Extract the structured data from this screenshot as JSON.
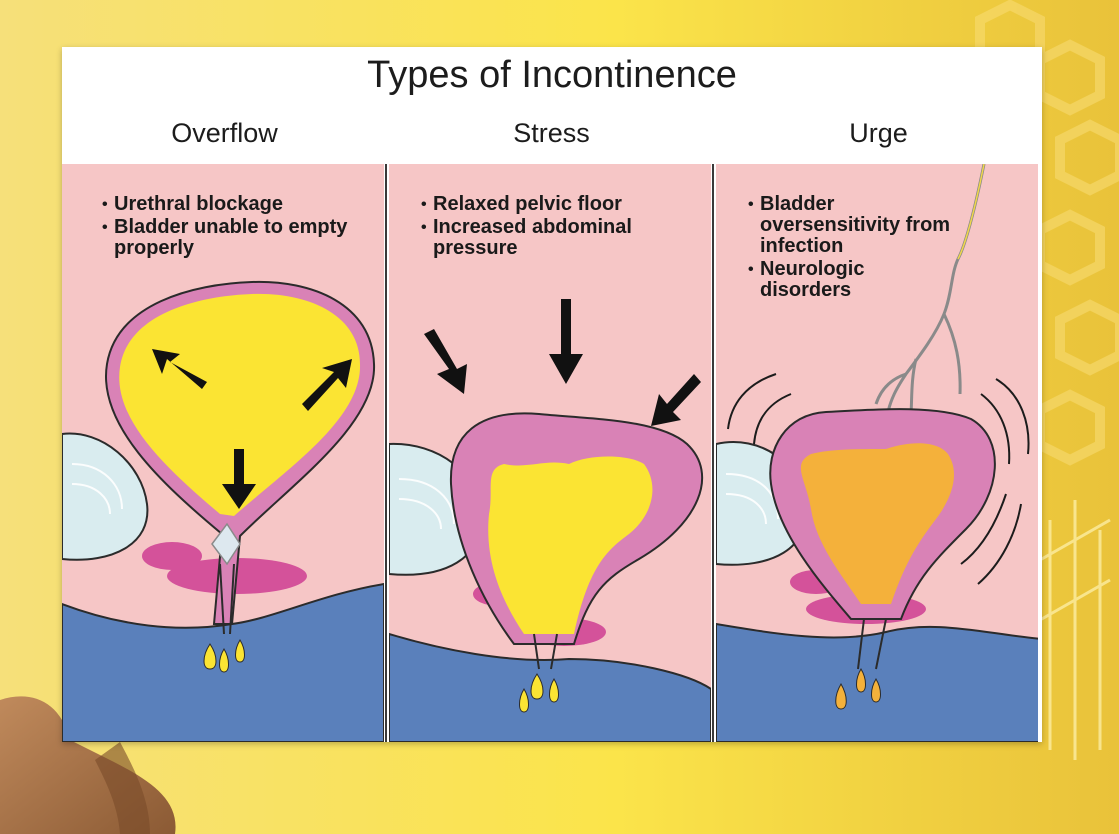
{
  "title": "Types of Incontinence",
  "colors": {
    "panel_pink": "#f6c6c6",
    "bladder_wall": "#d982b6",
    "urine_yellow": "#fbe433",
    "urine_orange": "#f4b13b",
    "pelvic_floor_blue": "#5a80bb",
    "muscle_magenta": "#d4529a",
    "bone_light": "#d9ecef"
  },
  "panels": [
    {
      "heading": "Overflow",
      "bullets": [
        "Urethral blockage",
        "Bladder unable to empty properly"
      ],
      "icons": [
        "bladder-expanded-icon",
        "outward-arrow-icon",
        "urethral-blockage-icon",
        "urine-drip-icon"
      ]
    },
    {
      "heading": "Stress",
      "bullets": [
        "Relaxed pelvic floor",
        "Increased abdominal pressure"
      ],
      "icons": [
        "bladder-icon",
        "inward-pressure-arrow-icon",
        "urine-drip-icon"
      ]
    },
    {
      "heading": "Urge",
      "bullets": [
        "Bladder oversensitivity from infection",
        "Neurologic disorders"
      ],
      "icons": [
        "bladder-contracted-icon",
        "nerve-icon",
        "vibration-lines-icon",
        "urine-drip-icon"
      ]
    }
  ]
}
